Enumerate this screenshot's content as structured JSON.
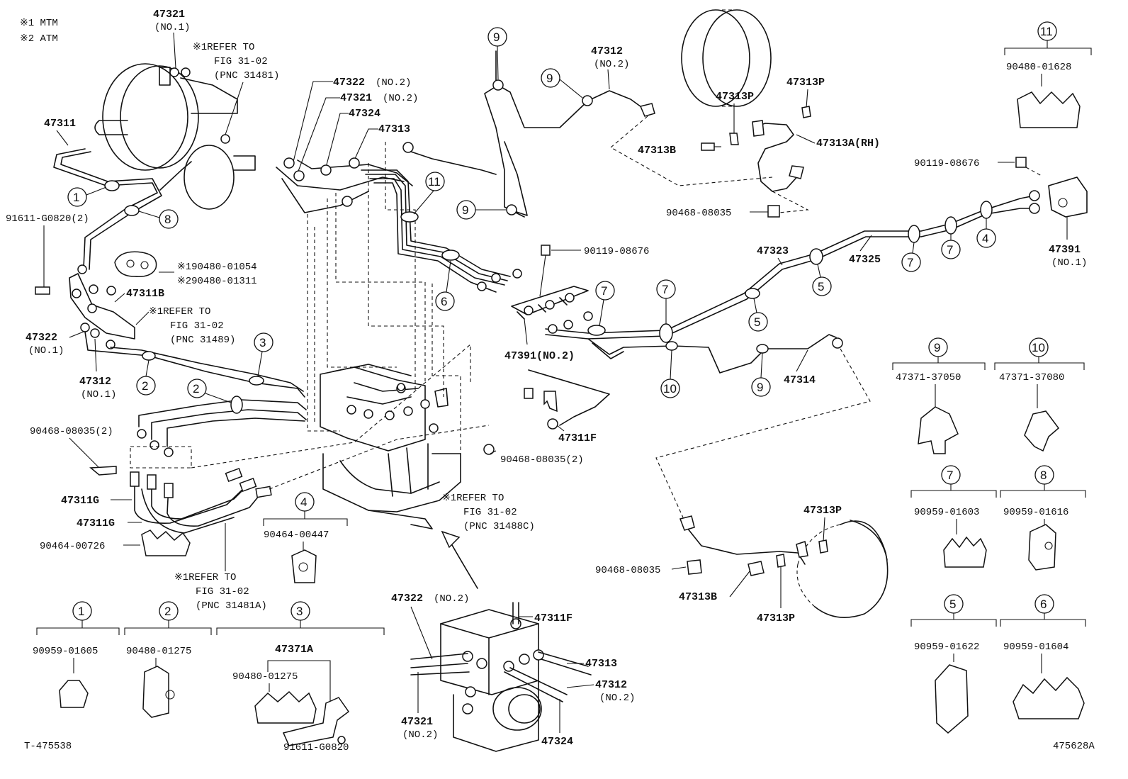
{
  "notes": {
    "mtm": "※1 MTM",
    "atm": "※2 ATM"
  },
  "footer": {
    "left": "T-475538",
    "right": "475628A"
  },
  "refs": {
    "a": [
      "※1REFER TO",
      "FIG 31-02",
      "(PNC 31481)"
    ],
    "b": [
      "※1REFER TO",
      "FIG 31-02",
      "(PNC 31489)"
    ],
    "c": [
      "※1REFER TO",
      "FIG 31-02",
      "(PNC 31488C)"
    ],
    "d": [
      "※1REFER TO",
      "FIG 31-02",
      "(PNC 31481A)"
    ]
  },
  "parts": {
    "p47321_no1": "47321",
    "no1_a": "(NO.1)",
    "p47311": "47311",
    "p91611_2": "91611-G0820(2)",
    "p9048001054": "※190480-01054",
    "p9048001311": "※290480-01311",
    "p47311B": "47311B",
    "p47322_no1": "47322",
    "no1_b": "(NO.1)",
    "p47312_no1": "47312",
    "no1_c": "(NO.1)",
    "p90468_2a": "90468-08035(2)",
    "p47311G_1": "47311G",
    "p47311G_2": "47311G",
    "p90464_00726": "90464-00726",
    "p47322_no2": "47322",
    "no2_a": "(NO.2)",
    "p47321_no2": "47321",
    "no2_b": "(NO.2)",
    "p47324_top": "47324",
    "p47313_top": "47313",
    "p47312_no2_top": "47312",
    "no2_c": "(NO.2)",
    "p47313P_1": "47313P",
    "p47313P_2": "47313P",
    "p47313B_1": "47313B",
    "p47313A": "47313A(RH)",
    "p90468_1": "90468-08035",
    "p9048001628": "90480-01628",
    "p90119_1": "90119-08676",
    "p90119_2": "90119-08676",
    "p47391_no1": "47391",
    "no1_d": "(NO.1)",
    "p47323": "47323",
    "p47325": "47325",
    "p47391_no2": "47391(NO.2)",
    "p47314": "47314",
    "p47311F_1": "47311F",
    "p90468_2b": "90468-08035(2)",
    "p4737137050": "47371-37050",
    "p4737137080": "47371-37080",
    "p9095901603": "90959-01603",
    "p9095901616": "90959-01616",
    "p9095901622": "90959-01622",
    "p9095901604": "90959-01604",
    "p47313P_3": "47313P",
    "p90468_3": "90468-08035",
    "p47313B_2": "47313B",
    "p47313P_4": "47313P",
    "p9046400447": "90464-00447",
    "p9095901605": "90959-01605",
    "p9048001275_a": "90480-01275",
    "p47371A": "47371A",
    "p9048001275_b": "90480-01275",
    "p91611_1": "91611-G0820",
    "p47322_bot": "47322",
    "no2_d": "(NO.2)",
    "p47311F_2": "47311F",
    "p47313_bot": "47313",
    "p47312_bot": "47312",
    "no2_e": "(NO.2)",
    "p47321_bot": "47321",
    "no2_f": "(NO.2)",
    "p47324_bot": "47324"
  },
  "callouts": {
    "c1": "1",
    "c2": "2",
    "c3": "3",
    "c4": "4",
    "c5": "5",
    "c6": "6",
    "c7": "7",
    "c8": "8",
    "c9": "9",
    "c10": "10",
    "c11": "11"
  }
}
